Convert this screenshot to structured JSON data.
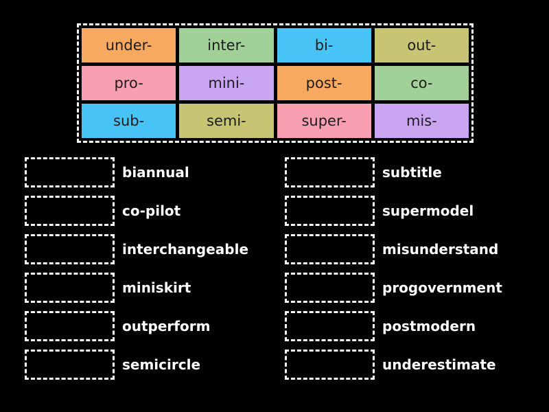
{
  "activity": {
    "type": "match-up",
    "background_color": "#000000"
  },
  "board": {
    "tiles": [
      {
        "label": "under-",
        "color": "#F7A95F"
      },
      {
        "label": "inter-",
        "color": "#A1D099"
      },
      {
        "label": "bi-",
        "color": "#47C4F5"
      },
      {
        "label": "out-",
        "color": "#C7C573"
      },
      {
        "label": "pro-",
        "color": "#F99FB2"
      },
      {
        "label": "mini-",
        "color": "#CAA6F2"
      },
      {
        "label": "post-",
        "color": "#F7A95F"
      },
      {
        "label": "co-",
        "color": "#A1D099"
      },
      {
        "label": "sub-",
        "color": "#47C4F5"
      },
      {
        "label": "semi-",
        "color": "#C7C573"
      },
      {
        "label": "super-",
        "color": "#F99FB2"
      },
      {
        "label": "mis-",
        "color": "#CAA6F2"
      }
    ],
    "tile_text_color": "#1c1c1c",
    "border_style": "white-dashed"
  },
  "pairs": {
    "left": [
      "biannual",
      "co-pilot",
      "interchangeable",
      "miniskirt",
      "outperform",
      "semicircle"
    ],
    "right": [
      "subtitle",
      "supermodel",
      "misunderstand",
      "progovernment",
      "postmodern",
      "underestimate"
    ],
    "word_text_color": "#ffffff",
    "slot_border_style": "white-dashed"
  }
}
